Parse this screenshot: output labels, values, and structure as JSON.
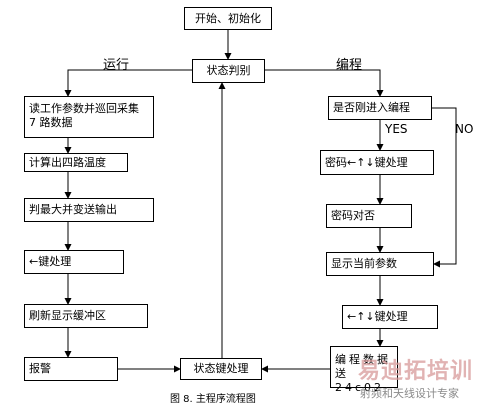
{
  "nodes": {
    "start": "开始、初始化",
    "state_judge": "状态判别",
    "read_params": "读工作参数并巡回采集 7 路数据",
    "calc_temp": "计算出四路温度",
    "judge_max": "判最大并变送输出",
    "key_left": "←键处理",
    "refresh_buf": "刷新显示缓冲区",
    "alarm": "报警",
    "state_key": "状态键处理",
    "just_entered_edit": "是否刚进入编程",
    "pwd_keys": "密码←↑↓键处理",
    "pwd_ok": "密码对否",
    "show_params": "显示当前参数",
    "arrow_keys": "←↑↓键处理",
    "edit_send": "编程数据送 24c02"
  },
  "labels": {
    "run": "运行",
    "program": "编程",
    "yes": "YES",
    "no": "NO"
  },
  "caption": "图 8. 主程序流程图",
  "watermark": {
    "brand": "易迪拓培训",
    "subtitle": "射频和天线设计专家"
  }
}
